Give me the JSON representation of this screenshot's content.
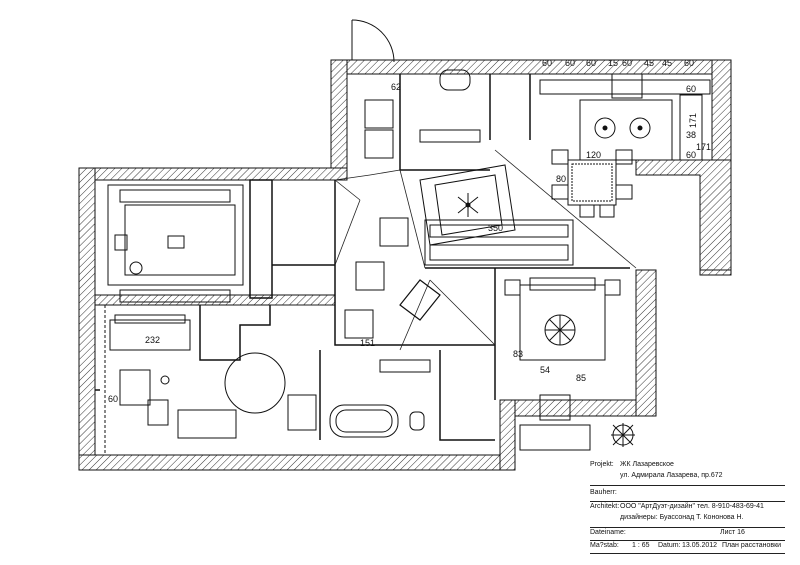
{
  "plan": {
    "dimensions": [
      "60",
      "60",
      "60",
      "15",
      "60",
      "45",
      "45",
      "60",
      "60",
      "171",
      "38",
      "171",
      "60",
      "120",
      "80",
      "350",
      "232",
      "151",
      "83",
      "54",
      "85",
      "60",
      "62"
    ]
  },
  "titleblock": {
    "projekt_label": "Projekt:",
    "projekt_line1": "ЖК Лазаревское",
    "projekt_line2": "ул. Адмирала Лазарева, пр.672",
    "bauherr_label": "Bauherr:",
    "architekt_label": "Architekt:",
    "architekt_line1": "ООО \"АртДуэт-дизайн\" тел. 8-910-483-69-41",
    "architekt_line2": "дизайнеры: Буассонад Т. Кононова Н.",
    "dateiname_label": "Dateiname:",
    "sheet": "Лист 16",
    "massstab_label": "Ma?stab:",
    "scale": "1 : 65",
    "datum_label": "Datum:",
    "date": "13.05.2012",
    "plan_title": "План расстановки"
  }
}
